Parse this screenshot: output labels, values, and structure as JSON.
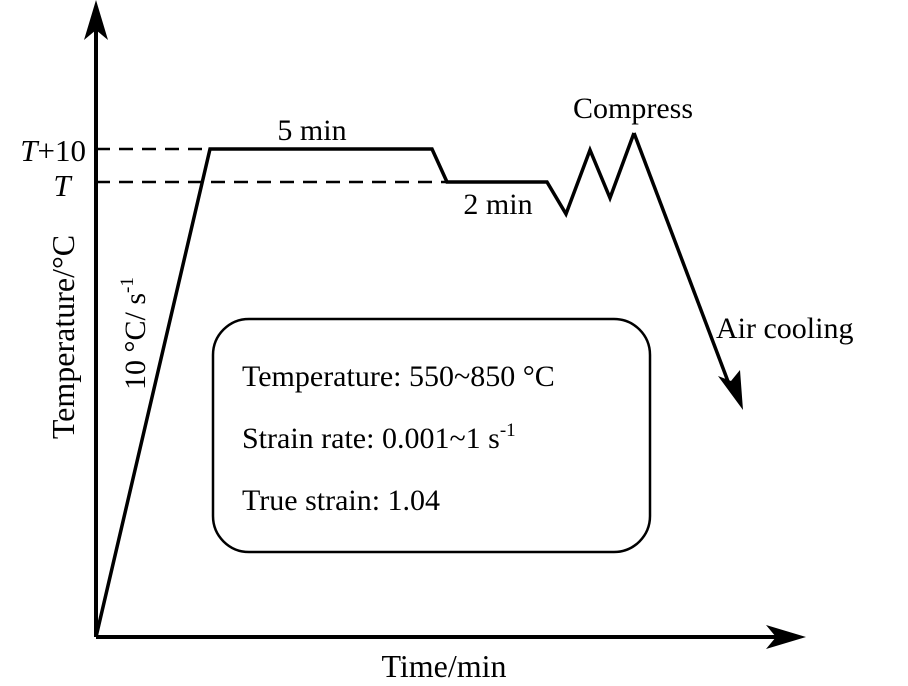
{
  "axes": {
    "y_label": "Temperature/°C",
    "x_label": "Time/min"
  },
  "levels": {
    "upper_label_italic": "T",
    "upper_label_rest": "+10",
    "lower_label": "T"
  },
  "annotations": {
    "heating_rate_main": "10 °C/ s",
    "heating_rate_sup": "-1",
    "hold_upper": "5 min",
    "hold_lower": "2 min",
    "compress": "Compress",
    "cooling": "Air cooling"
  },
  "conditions_box": {
    "temperature": "Temperature: 550~850 °C",
    "strain_rate_main": "Strain rate: 0.001~1 s",
    "strain_rate_sup": "-1",
    "true_strain": "True strain: 1.04"
  }
}
